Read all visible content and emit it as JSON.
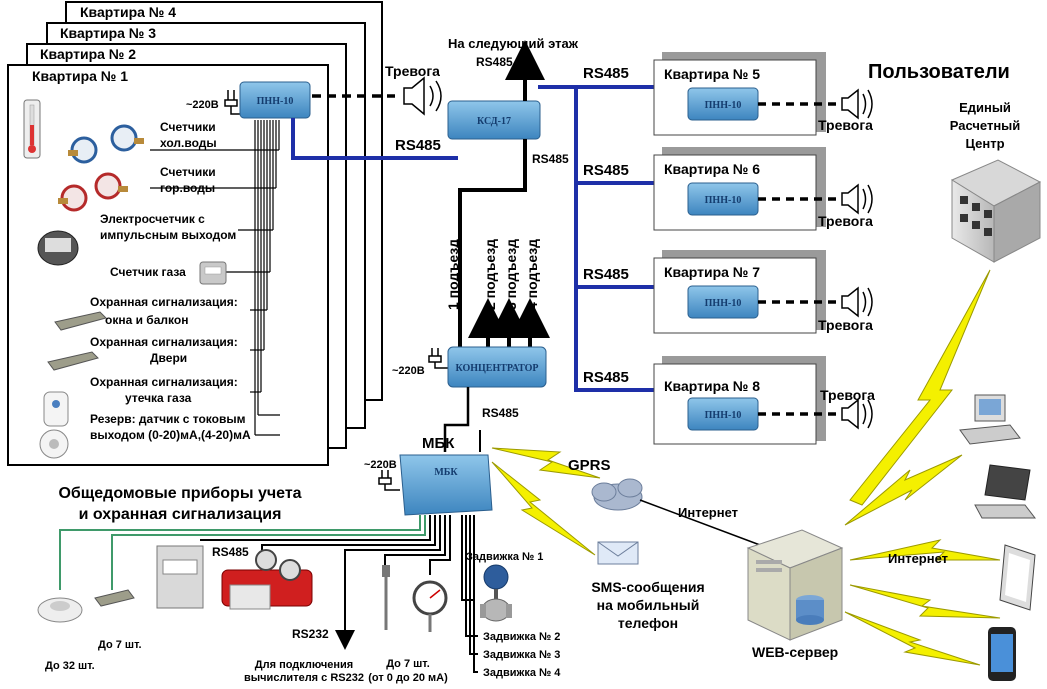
{
  "apartments": [
    "Квартира № 4",
    "Квартира № 3",
    "Квартира № 2",
    "Квартира № 1"
  ],
  "apt1": {
    "power": "~220В",
    "device": "ПНН-10",
    "labels": [
      "Счетчики",
      "хол.воды",
      "Счетчики",
      "гор.воды",
      "Электросчетчик с",
      "импульсным выходом",
      "Счетчик газа",
      "Охранная сигнализация:",
      "окна и балкон",
      "Охранная сигнализация:",
      "Двери",
      "Охранная сигнализация:",
      "утечка газа",
      "Резерв:  датчик с токовым",
      "выходом (0-20)мА,(4-20)мА"
    ]
  },
  "alarm": "Тревога",
  "next_floor": "На следующий этаж",
  "rs485": "RS485",
  "ksd": "КСД-17",
  "entrances": [
    "1 подъезд",
    "2 подъезд",
    "3 подъезд",
    "4 подъезд"
  ],
  "concentrator": {
    "power": "~220В",
    "label": "КОНЦЕНТРАТОР"
  },
  "right_apartments": [
    {
      "name": "Квартира № 5",
      "link": "RS485",
      "device": "ПНН-10",
      "alarm": "Тревога"
    },
    {
      "name": "Квартира № 6",
      "link": "RS485",
      "device": "ПНН-10",
      "alarm": "Тревога"
    },
    {
      "name": "Квартира № 7",
      "link": "RS485",
      "device": "ПНН-10",
      "alarm": "Тревога"
    },
    {
      "name": "Квартира № 8",
      "link": "RS485",
      "device": "ПНН-10",
      "alarm": "Тревога"
    }
  ],
  "users": "Пользователи",
  "center": [
    "Единый",
    "Расчетный",
    "Центр"
  ],
  "mbk": {
    "title": "МБК",
    "power": "~220В",
    "label": "МБК"
  },
  "common": [
    "Общедомовые приборы учета",
    "и охранная сигнализация"
  ],
  "gprs": "GPRS",
  "internet1": "Интернет",
  "internet2": "Интернет",
  "sms": [
    "SMS-сообщения",
    "на мобильный",
    "телефон"
  ],
  "web_server": "WEB-сервер",
  "bottom": {
    "rs485": "RS485",
    "rs232": "RS232",
    "up_to_32": "До 32 шт.",
    "up_to_7": "До 7 шт.",
    "computer": [
      "Для подключения",
      "вычислителя с RS232"
    ],
    "sensors": [
      "До 7 шт.",
      "(от 0 до 20 мА)"
    ],
    "valves": [
      "Задвижка № 1",
      "Задвижка № 2",
      "Задвижка № 3",
      "Задвижка № 4"
    ]
  },
  "colors": {
    "rs485_line": "#1e2fa8",
    "device_body": "#5fa3d2",
    "lightning": "#f4f000",
    "sensor_line": "#3f9a6a"
  }
}
